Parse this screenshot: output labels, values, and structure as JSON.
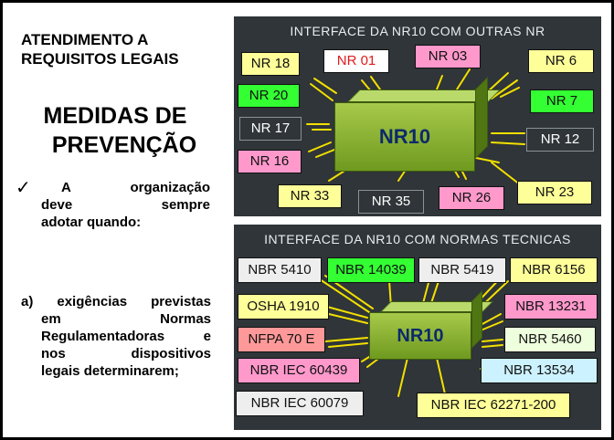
{
  "left": {
    "heading_line1": "ATENDIMENTO A",
    "heading_line2": "REQUISITOS LEGAIS",
    "subheading_line1": "MEDIDAS DE",
    "subheading_line2": "PREVENÇÃO",
    "bullet_symbol": "✓",
    "bullet_line1": "A organização",
    "bullet_line2": "deve sempre",
    "bullet_line3": "adotar quando:",
    "item_line1_a": "a) exigências previstas",
    "item_line2": "em Normas",
    "item_line3": "Regulamentadoras e",
    "item_line4": "nos dispositivos",
    "item_line5": "legais determinarem;"
  },
  "panel1": {
    "title": "INTERFACE DA NR10 COM OUTRAS NR",
    "center": "NR10",
    "boxes": [
      {
        "label": "NR 18",
        "color": "#ffff99"
      },
      {
        "label": "NR 01",
        "color": "#ffffff"
      },
      {
        "label": "NR 03",
        "color": "#ff99cc"
      },
      {
        "label": "NR 6",
        "color": "#ffff99"
      },
      {
        "label": "NR 20",
        "color": "#33ff33"
      },
      {
        "label": "NR 7",
        "color": "#33ff33"
      },
      {
        "label": "NR 17",
        "color": "#2f3538"
      },
      {
        "label": "NR 12",
        "color": "#2f3538"
      },
      {
        "label": "NR 16",
        "color": "#ff99cc"
      },
      {
        "label": "NR 33",
        "color": "#ffff99"
      },
      {
        "label": "NR 35",
        "color": "#2f3538"
      },
      {
        "label": "NR 26",
        "color": "#ff99cc"
      },
      {
        "label": "NR 23",
        "color": "#ffff99"
      }
    ]
  },
  "panel2": {
    "title": "INTERFACE DA NR10 COM NORMAS TECNICAS",
    "center": "NR10",
    "boxes": [
      {
        "label": "NBR 5410",
        "color": "#eeeeee"
      },
      {
        "label": "NBR 14039",
        "color": "#33ff33"
      },
      {
        "label": "NBR 5419",
        "color": "#eeeeee"
      },
      {
        "label": "NBR 6156",
        "color": "#ffff99"
      },
      {
        "label": "OSHA 1910",
        "color": "#ffff99"
      },
      {
        "label": "NBR 13231",
        "color": "#ff99cc"
      },
      {
        "label": "NFPA 70 E",
        "color": "#ff9999"
      },
      {
        "label": "NBR 5460",
        "color": "#eeffdd"
      },
      {
        "label": "NBR IEC 60439",
        "color": "#ff99cc"
      },
      {
        "label": "NBR 13534",
        "color": "#ccf2ff"
      },
      {
        "label": "NBR IEC 60079",
        "color": "#eeeeee"
      },
      {
        "label": "NBR IEC 62271-200",
        "color": "#ffff99"
      }
    ]
  }
}
